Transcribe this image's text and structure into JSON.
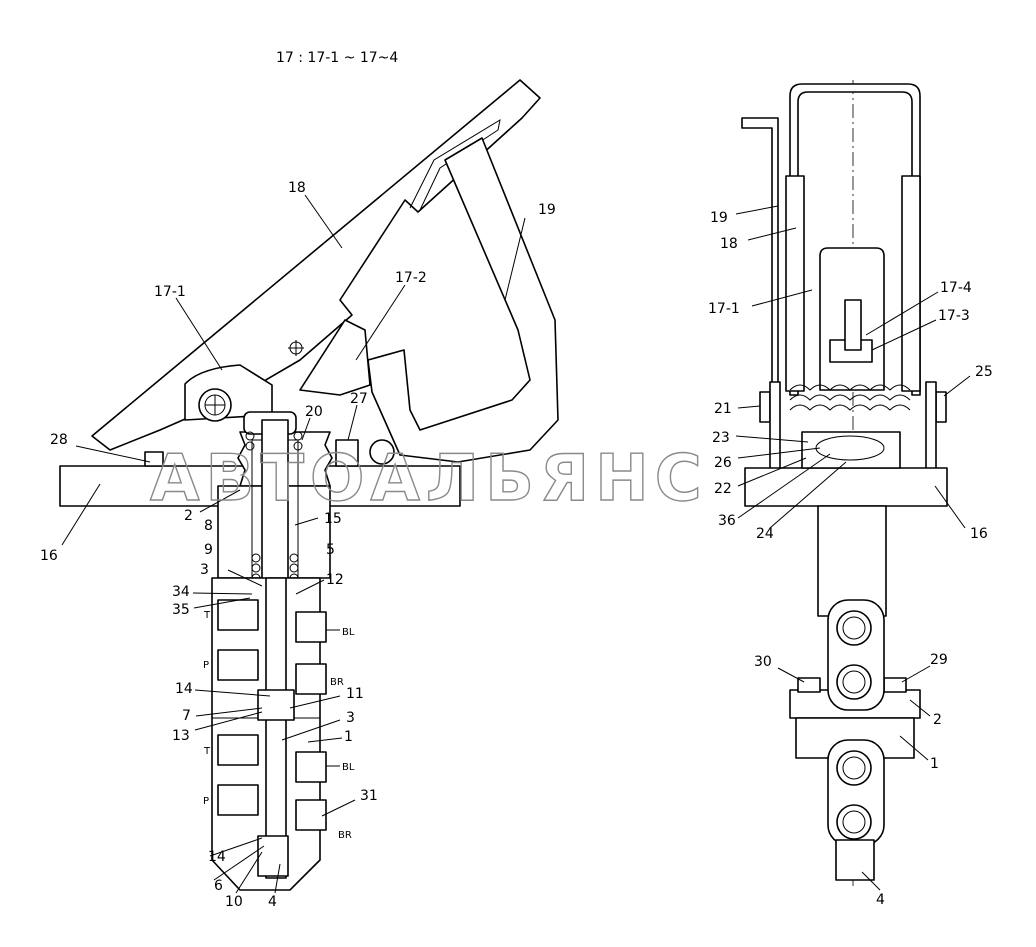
{
  "title": "17 : 17-1 ~ 17~4",
  "watermark": "АВТОАЛЬЯНС",
  "left_view": {
    "labels": {
      "l18": "18",
      "l19": "19",
      "l17_1": "17-1",
      "l17_2": "17-2",
      "l20": "20",
      "l27": "27",
      "l28": "28",
      "l16": "16",
      "l2": "2",
      "l8": "8",
      "l15": "15",
      "l9": "9",
      "l5": "5",
      "l3a": "3",
      "l12": "12",
      "l34": "34",
      "l35": "35",
      "l14a": "14",
      "l11": "11",
      "l7": "7",
      "l3b": "3",
      "l13": "13",
      "l1": "1",
      "l31": "31",
      "l14b": "14",
      "l6": "6",
      "l10": "10",
      "l4": "4"
    },
    "ports": {
      "t1": "T",
      "p1": "P",
      "bl1": "BL",
      "br1": "BR",
      "t2": "T",
      "p2": "P",
      "bl2": "BL",
      "br2": "BR"
    }
  },
  "right_view": {
    "labels": {
      "l19": "19",
      "l18": "18",
      "l17_1": "17-1",
      "l17_4": "17-4",
      "l17_3": "17-3",
      "l25": "25",
      "l21": "21",
      "l23": "23",
      "l26": "26",
      "l22": "22",
      "l36": "36",
      "l24": "24",
      "l16": "16",
      "l30": "30",
      "l29": "29",
      "l2": "2",
      "l1": "1",
      "l4": "4"
    }
  }
}
